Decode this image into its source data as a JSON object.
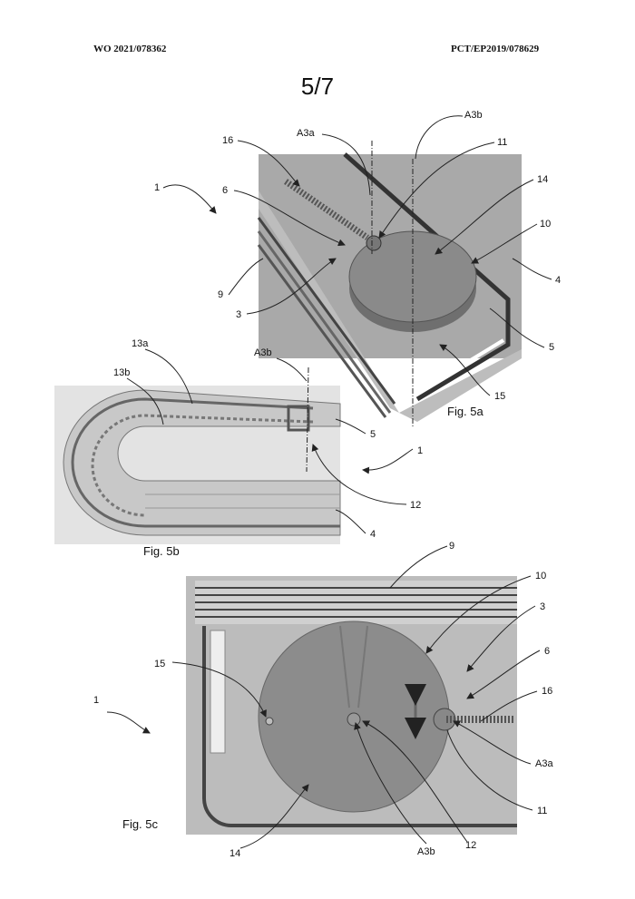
{
  "header": {
    "publication_number": "WO 2021/078362",
    "application_number": "PCT/EP2019/078629"
  },
  "sheet": "5/7",
  "figures": {
    "fig5a": {
      "caption": "Fig. 5a",
      "labels": [
        "16",
        "A3a",
        "A3b",
        "11",
        "1",
        "6",
        "14",
        "10",
        "4",
        "9",
        "3",
        "5",
        "15"
      ]
    },
    "fig5b": {
      "caption": "Fig. 5b",
      "labels": [
        "13a",
        "13b",
        "A3b",
        "5",
        "1",
        "12",
        "4"
      ]
    },
    "fig5c": {
      "caption": "Fig. 5c",
      "labels": [
        "9",
        "10",
        "3",
        "6",
        "15",
        "16",
        "1",
        "A3a",
        "11",
        "14",
        "A3b",
        "12"
      ]
    }
  }
}
